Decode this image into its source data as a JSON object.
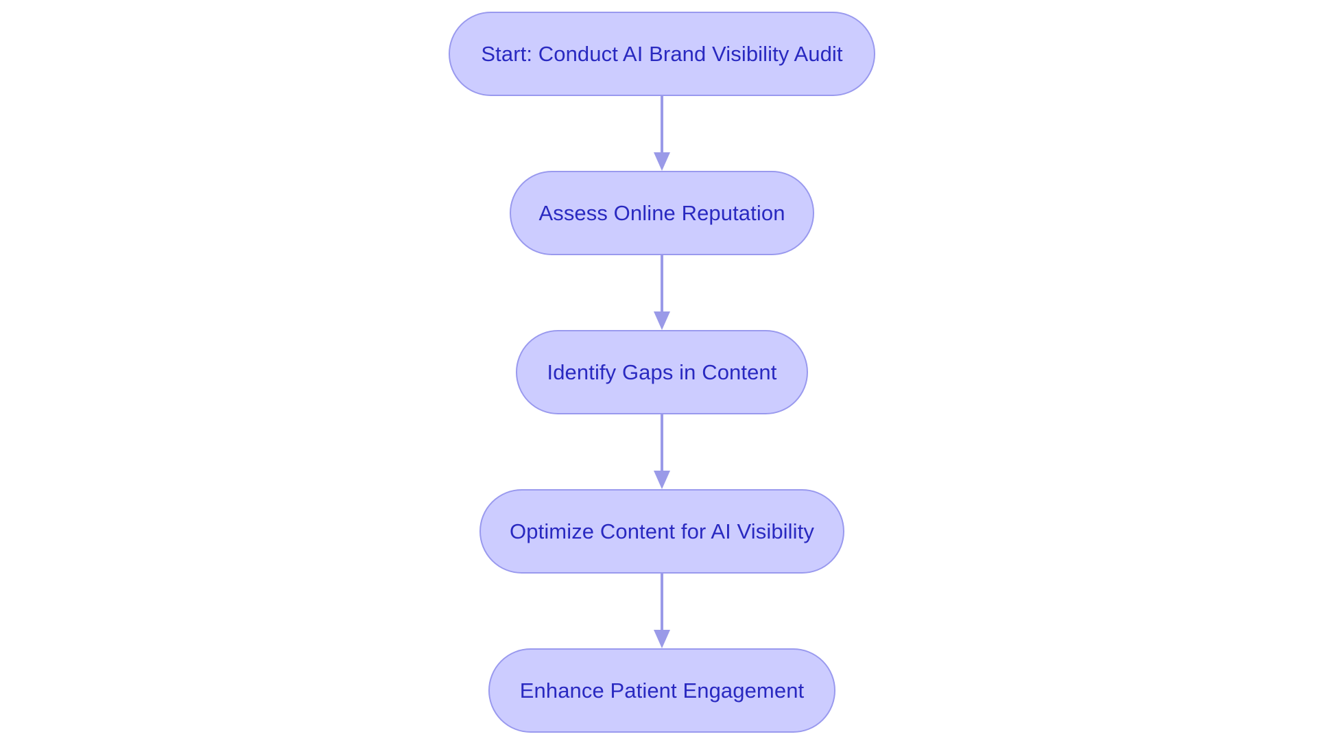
{
  "flowchart": {
    "steps": [
      {
        "label": "Start: Conduct AI Brand Visibility Audit"
      },
      {
        "label": "Assess Online Reputation"
      },
      {
        "label": "Identify Gaps in Content"
      },
      {
        "label": "Optimize Content for AI Visibility"
      },
      {
        "label": "Enhance Patient Engagement"
      }
    ],
    "colors": {
      "node_fill": "#ccccff",
      "node_border": "#9999ee",
      "text": "#2929c0",
      "connector": "#9a9ae8"
    }
  }
}
